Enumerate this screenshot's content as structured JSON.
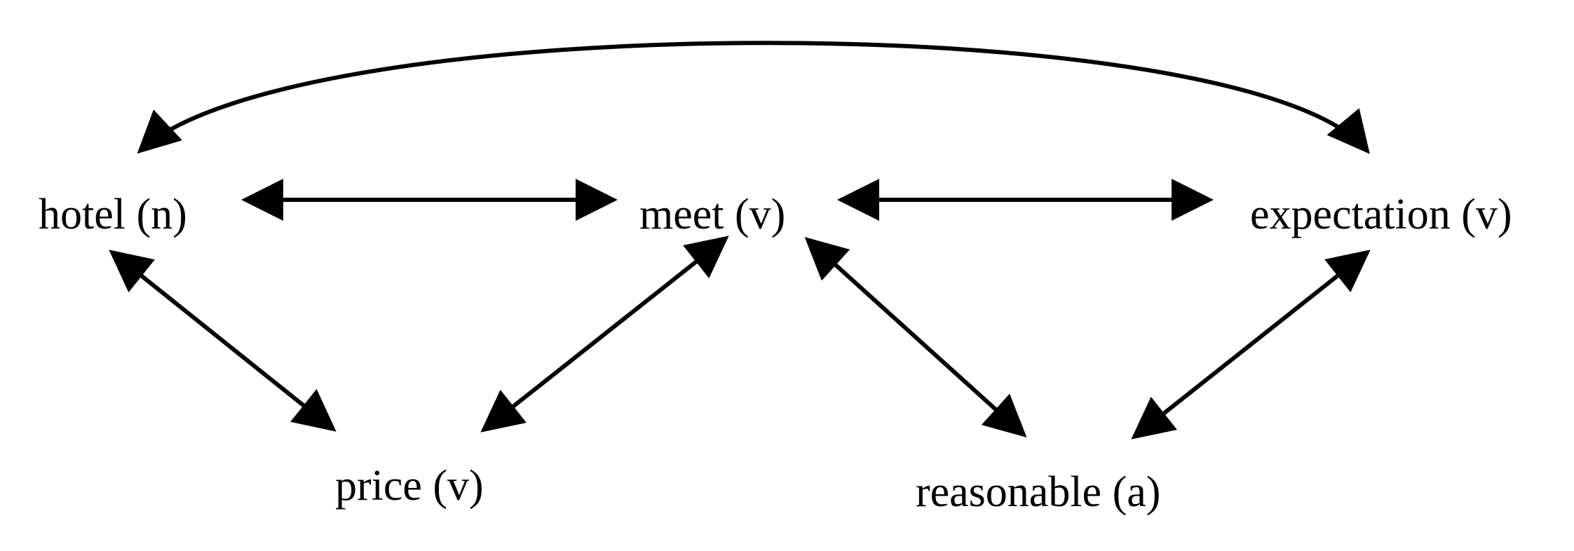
{
  "nodes": {
    "hotel": "hotel (n)",
    "meet": "meet (v)",
    "expectation": "expectation (v)",
    "price": "price (v)",
    "reasonable": "reasonable (a)"
  },
  "edges": [
    {
      "from": "hotel",
      "to": "expectation",
      "direction": "both",
      "shape": "arc"
    },
    {
      "from": "hotel",
      "to": "meet",
      "direction": "both",
      "shape": "straight"
    },
    {
      "from": "meet",
      "to": "expectation",
      "direction": "both",
      "shape": "straight"
    },
    {
      "from": "hotel",
      "to": "price",
      "direction": "both",
      "shape": "straight"
    },
    {
      "from": "meet",
      "to": "price",
      "direction": "both",
      "shape": "straight"
    },
    {
      "from": "meet",
      "to": "reasonable",
      "direction": "both",
      "shape": "straight"
    },
    {
      "from": "expectation",
      "to": "reasonable",
      "direction": "both",
      "shape": "straight"
    }
  ],
  "colors": {
    "stroke": "#000000",
    "text": "#000000",
    "background": "#ffffff"
  }
}
